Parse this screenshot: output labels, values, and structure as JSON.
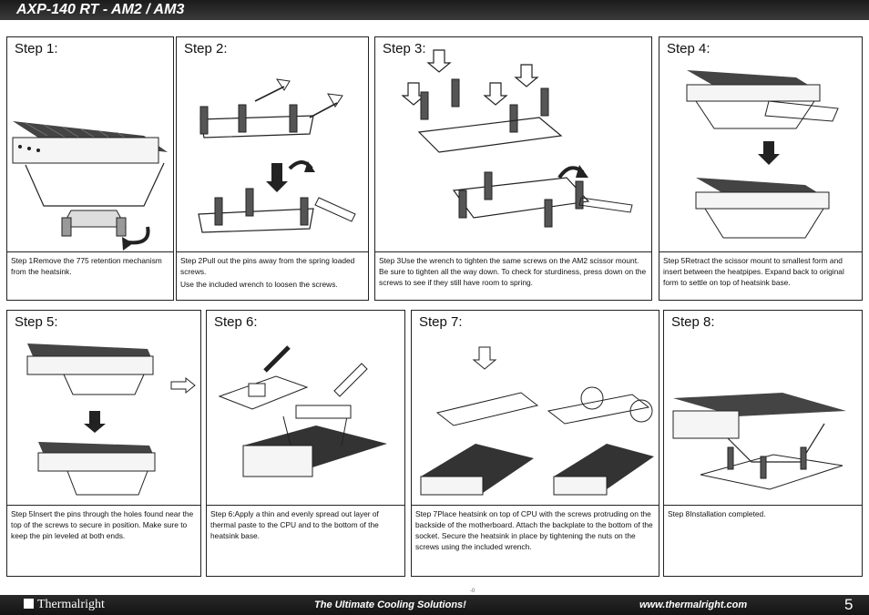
{
  "header": {
    "title": "AXP-140 RT - AM2 / AM3"
  },
  "steps": [
    {
      "label": "Step 1:",
      "text": "Step 1Remove the 775 retention mechanism from the heatsink."
    },
    {
      "label": "Step 2:",
      "text": "Step 2Pull out the pins away from the spring loaded screws.",
      "text2": "Use the included wrench to loosen the screws."
    },
    {
      "label": "Step 3:",
      "text": "Step 3Use the wrench to tighten the same screws on the AM2 scissor mount. Be sure to tighten all the way down. To check for sturdiness, press down on the screws to see if they still have room to spring."
    },
    {
      "label": "Step 4:",
      "text": "Step 5Retract the scissor mount to smallest form and insert between the heatpipes. Expand back to original form to settle on top of heatsink base."
    },
    {
      "label": "Step 5:",
      "text": "Step 5Insert the pins through the holes found near the top of the screws to secure in position. Make sure to keep the pin leveled at both ends."
    },
    {
      "label": "Step 6:",
      "text": "Step 6:Apply a thin and evenly spread out layer of thermal paste to the CPU and to the bottom  of the heatsink base."
    },
    {
      "label": "Step 7:",
      "text": "Step 7Place heatsink on top of CPU with the screws protruding on the backside of the motherboard. Attach the backplate to the bottom of the socket. Secure the heatsink in place by tightening the nuts on the screws using the included wrench."
    },
    {
      "label": "Step 8:",
      "text": "Step 8Installation completed."
    }
  ],
  "footer": {
    "brand": "Thermalright",
    "slogan": "The Ultimate Cooling Solutions!",
    "website": "www.thermalright.com",
    "page_number": "5",
    "print_mark": "-0"
  }
}
